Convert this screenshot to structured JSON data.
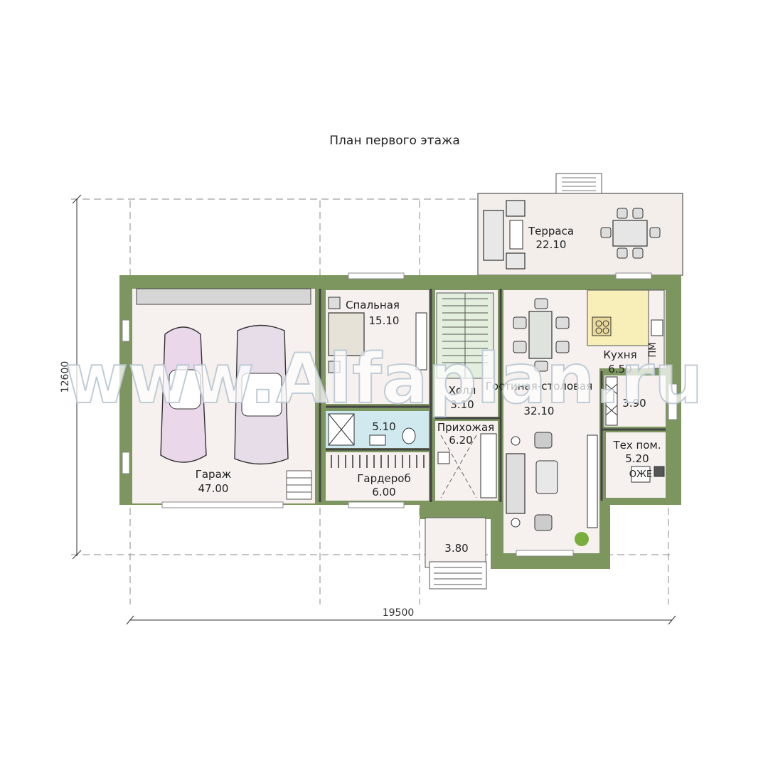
{
  "title": "План первого этажа",
  "colors": {
    "wall": "#7d9660",
    "wall_dark": "#3a3a3a",
    "floor": "#f6f1ee",
    "terrace": "#f3eeea",
    "stair": "#e4eedd",
    "kitchen": "#f7efb7",
    "bath": "#cfe9ee"
  },
  "dimensions": {
    "width": "19500",
    "height": "12600"
  },
  "rooms": {
    "garage": {
      "name": "Гараж",
      "area": "47.00"
    },
    "bedroom": {
      "name": "Спальная",
      "area": "15.10"
    },
    "bathroom": {
      "name": "",
      "area": "5.10"
    },
    "wardrobe": {
      "name": "Гардероб",
      "area": "6.00"
    },
    "hall": {
      "name": "Холл",
      "area": "3.10"
    },
    "entry": {
      "name": "Прихожая",
      "area": "6.20"
    },
    "living": {
      "name": "Гостиная-столовая",
      "area": "32.10"
    },
    "kitchen": {
      "name": "Кухня",
      "area": "6.50"
    },
    "pantry": {
      "name": "",
      "area": "3.90"
    },
    "tech": {
      "name": "Тех пом.",
      "area": "5.20"
    },
    "terrace": {
      "name": "Терраса",
      "area": "22.10"
    },
    "porch": {
      "name": "",
      "area": "3.80"
    }
  },
  "watermark": "www.Alfaplan.ru",
  "appliance_labels": {
    "pm": "ПМ",
    "ok": "ОЖЕ"
  }
}
